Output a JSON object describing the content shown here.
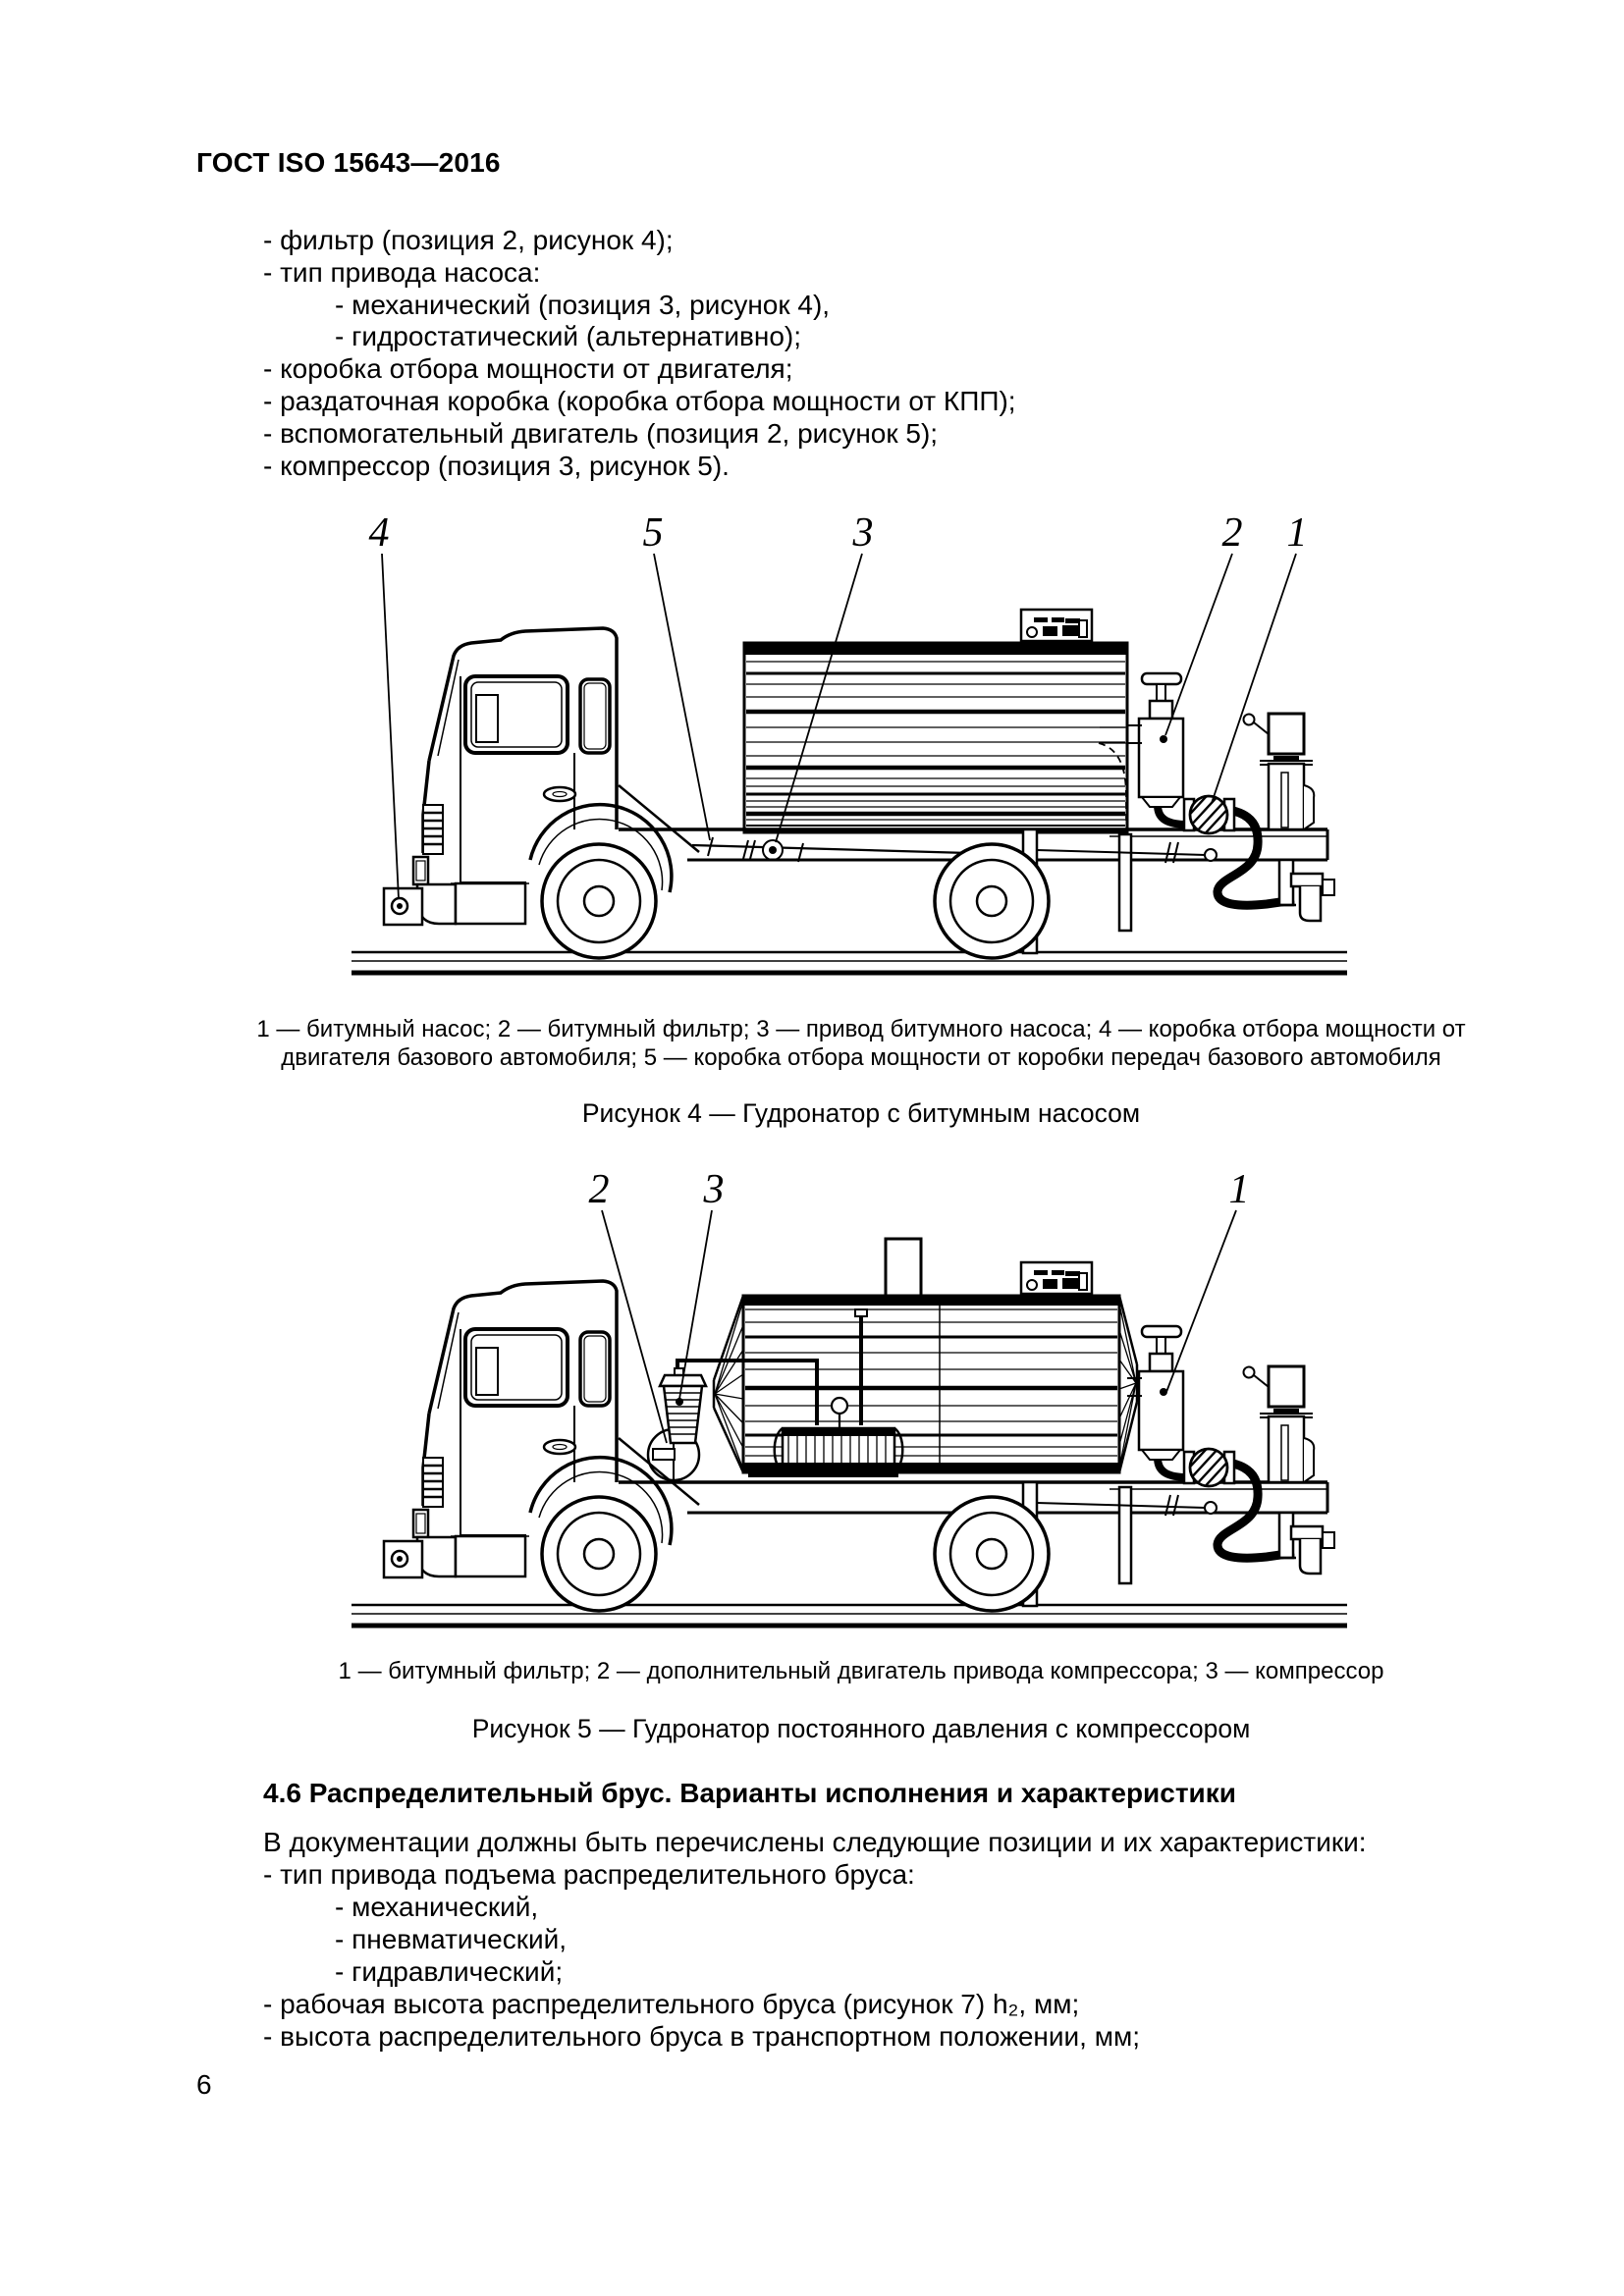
{
  "header": {
    "title": "ГОСТ ISO 15643—2016"
  },
  "intro_list": {
    "items": [
      "- фильтр (позиция 2, рисунок 4);",
      "- тип привода насоса:",
      "- механический (позиция 3, рисунок 4),",
      "- гидростатический (альтернативно);",
      "- коробка отбора мощности от двигателя;",
      "- раздаточная коробка (коробка отбора мощности от КПП);",
      "- вспомогательный двигатель (позиция 2, рисунок 5);",
      "- компрессор (позиция 3, рисунок 5)."
    ]
  },
  "figure4": {
    "callouts": [
      "4",
      "5",
      "3",
      "2",
      "1"
    ],
    "caption": "1 — битумный насос; 2 — битумный фильтр; 3 — привод битумного насоса; 4 — коробка отбора мощности от двигателя базового автомобиля; 5 — коробка отбора мощности от коробки передач базового автомобиля",
    "title": "Рисунок 4 — Гудронатор с битумным насосом"
  },
  "figure5": {
    "callouts": [
      "2",
      "3",
      "1"
    ],
    "caption": "1 — битумный фильтр; 2 — дополнительный двигатель привода компрессора; 3 — компрессор",
    "title": "Рисунок 5 — Гудронатор постоянного давления с компрессором"
  },
  "section46": {
    "heading": "4.6 Распределительный брус. Варианты исполнения и характеристики",
    "intro": "В документации должны быть перечислены следующие позиции и их характеристики:",
    "items": [
      "- тип привода подъема распределительного бруса:",
      "- механический,",
      "- пневматический,",
      "- гидравлический;",
      "- рабочая высота распределительного бруса (рисунок 7) h₂, мм;",
      "- высота распределительного бруса в транспортном положении, мм;"
    ]
  },
  "footer": {
    "page_number": "6"
  }
}
